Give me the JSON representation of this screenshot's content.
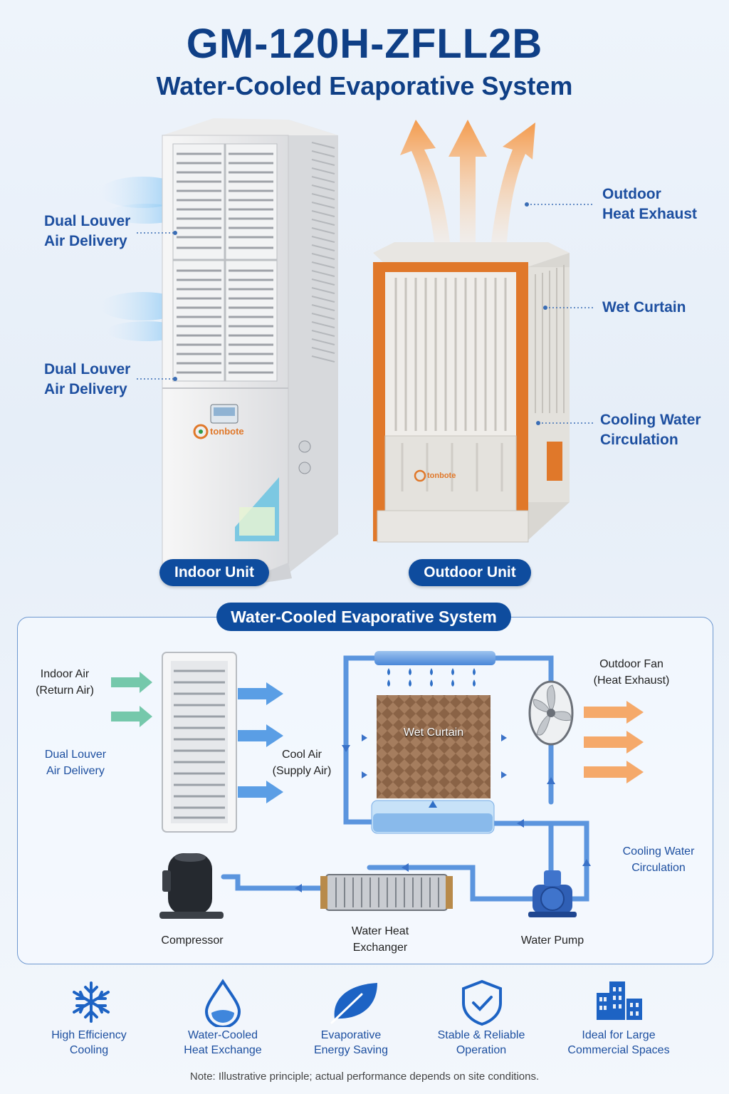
{
  "header": {
    "model": "GM-120H-ZFLL2B",
    "subtitle": "Water-Cooled Evaporative System"
  },
  "indoor": {
    "callout_top": [
      "Dual Louver",
      "Air Delivery"
    ],
    "callout_bottom": [
      "Dual Louver",
      "Air Delivery"
    ],
    "brand": "tonbote",
    "label": "Indoor Unit"
  },
  "outdoor": {
    "callout_exhaust": [
      "Outdoor",
      "Heat Exhaust"
    ],
    "callout_curtain": "Wet Curtain",
    "callout_water": [
      "Cooling Water",
      "Circulation"
    ],
    "brand": "tonbote",
    "label": "Outdoor Unit"
  },
  "diagram": {
    "title": "Water-Cooled Evaporative System",
    "indoor_air": [
      "Indoor Air",
      "(Return Air)"
    ],
    "dual_louver": [
      "Dual Louver",
      "Air Delivery"
    ],
    "cool_air": [
      "Cool Air",
      "(Supply Air)"
    ],
    "wet_curtain": "Wet Curtain",
    "outdoor_fan": [
      "Outdoor Fan",
      "(Heat Exhaust)"
    ],
    "cooling_water": [
      "Cooling Water",
      "Circulation"
    ],
    "compressor": "Compressor",
    "heat_exchanger": [
      "Water Heat",
      "Exchanger"
    ],
    "water_pump": "Water Pump"
  },
  "features": [
    {
      "icon": "snowflake-icon",
      "label": [
        "High Efficiency",
        "Cooling"
      ]
    },
    {
      "icon": "water-drop-icon",
      "label": [
        "Water-Cooled",
        "Heat Exchange"
      ]
    },
    {
      "icon": "leaf-icon",
      "label": [
        "Evaporative",
        "Energy Saving"
      ]
    },
    {
      "icon": "shield-check-icon",
      "label": [
        "Stable & Reliable",
        "Operation"
      ]
    },
    {
      "icon": "building-icon",
      "label": [
        "Ideal for Large",
        "Commercial Spaces"
      ]
    }
  ],
  "note": "Note: Illustrative principle; actual performance depends on site conditions.",
  "colors": {
    "brand_blue": "#0e4c9e",
    "accent_orange": "#e0782a",
    "water_blue": "#4a86d8",
    "heat_orange": "#f5a05a"
  }
}
